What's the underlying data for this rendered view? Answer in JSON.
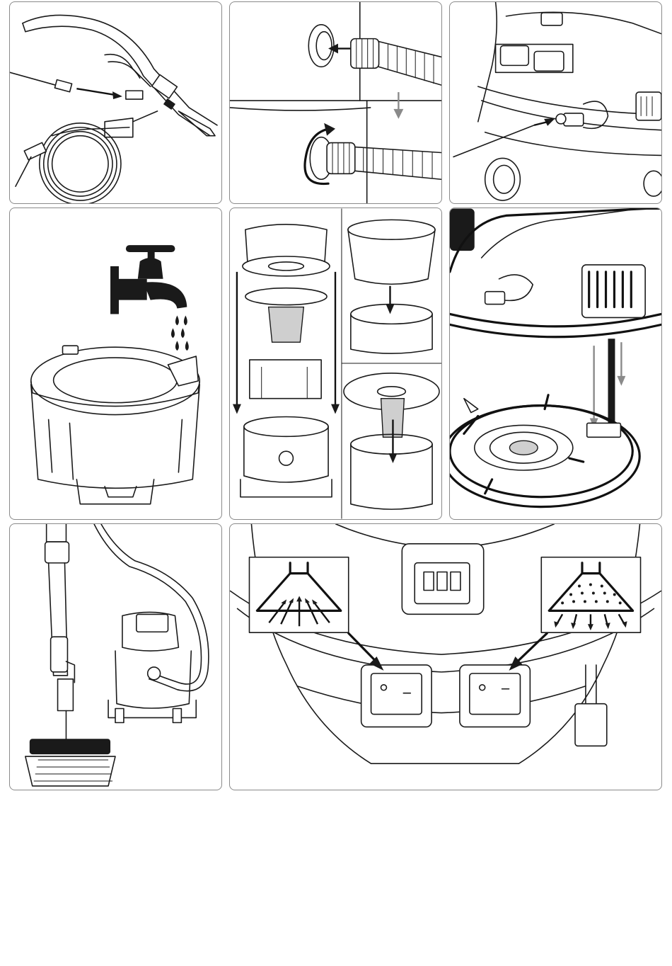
{
  "document": {
    "kind": "instruction-illustration-sheet",
    "panels": [
      {
        "id": "p1",
        "illustration": "attach-spray-tube-to-wand-handle"
      },
      {
        "id": "p2",
        "illustration": "connect-hose-to-inlet-and-twist"
      },
      {
        "id": "p3",
        "illustration": "connect-spray-line-to-machine-valve"
      },
      {
        "id": "p4",
        "illustration": "fill-tank-from-water-tap"
      },
      {
        "id": "p5",
        "illustration": "assemble-tank-and-filter-components"
      },
      {
        "id": "p6",
        "illustration": "align-head-tube-to-tank-socket"
      },
      {
        "id": "p7",
        "illustration": "machine-with-hose-and-floor-wand"
      },
      {
        "id": "p8",
        "illustration": "control-switches-suction-and-spray"
      }
    ],
    "icons": {
      "left_switch": "suction-fan-icon",
      "right_switch": "spray-nozzle-icon",
      "tap": "water-tap-icon"
    },
    "colors": {
      "line": "#1a1a1a",
      "border": "#8a8a8a",
      "shade": "#cfcfcf",
      "secondary_arrow": "#8a8a8a"
    }
  }
}
